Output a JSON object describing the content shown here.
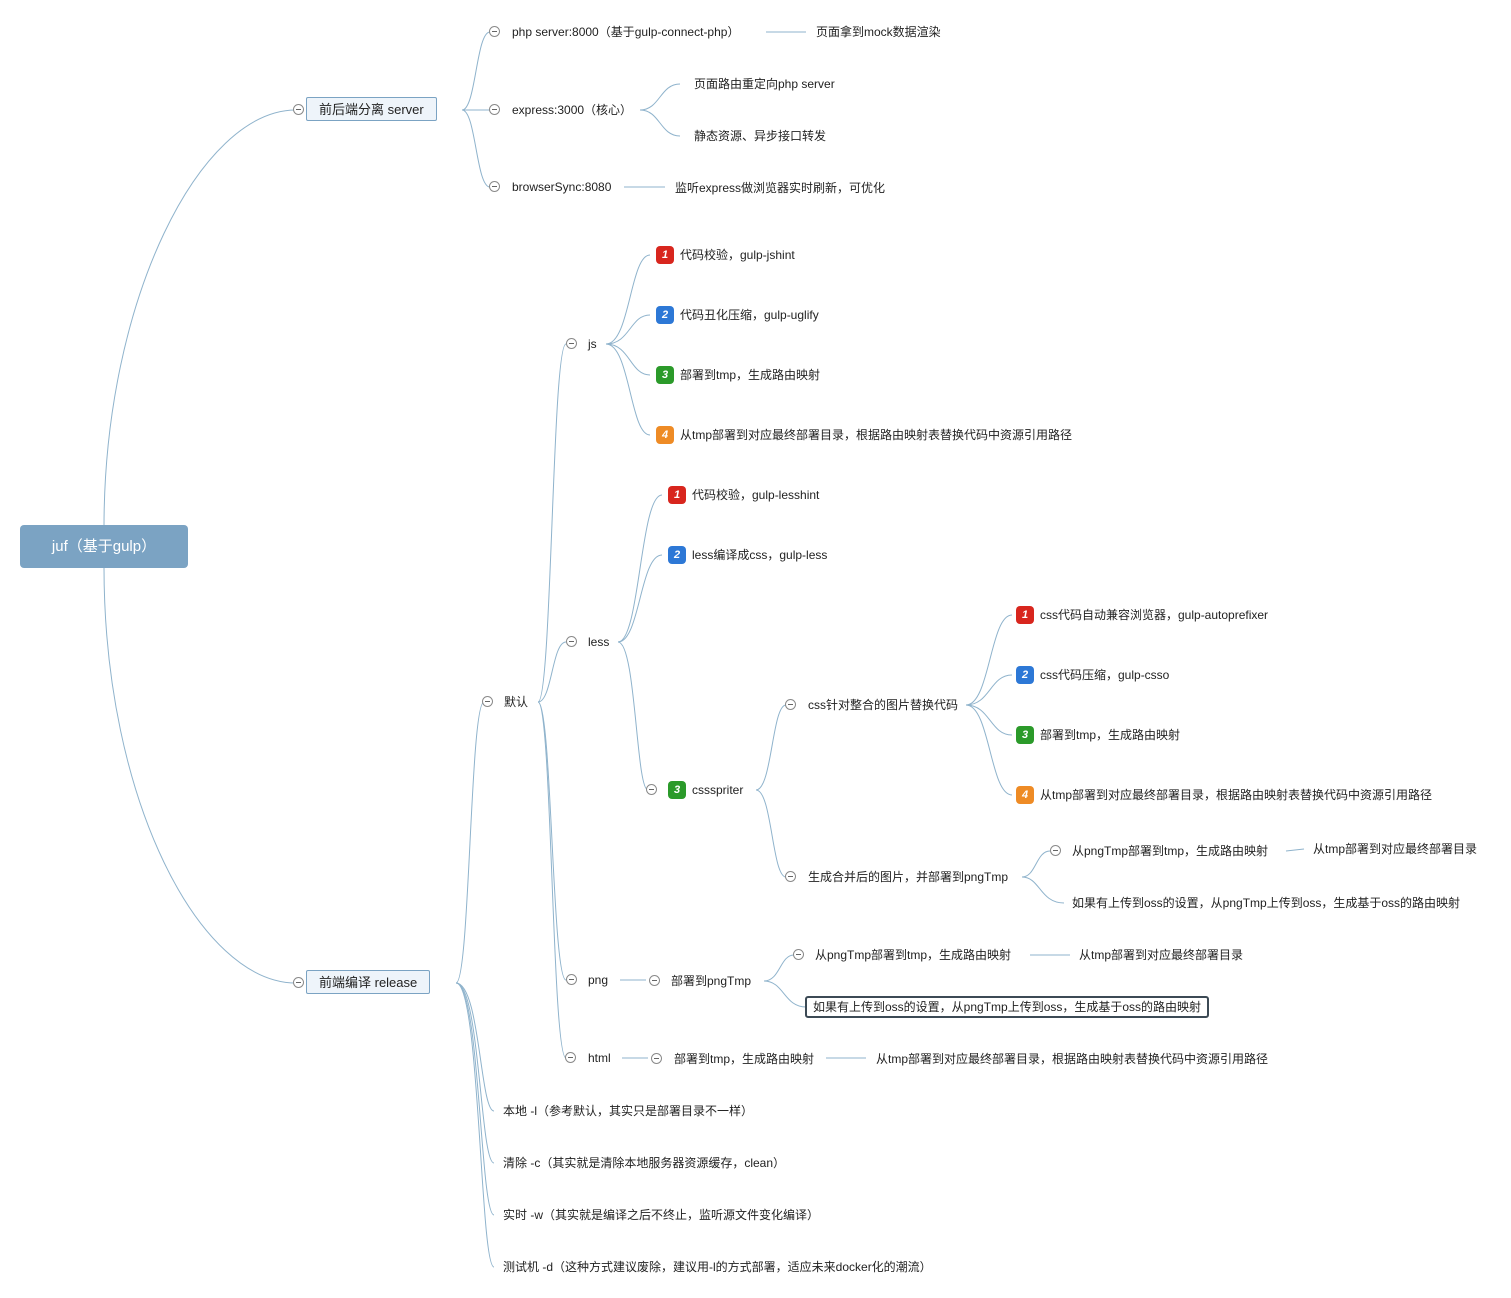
{
  "root": {
    "label": "juf（基于gulp）"
  },
  "server": {
    "label": "前后端分离 server",
    "php": {
      "label": "php server:8000（基于gulp-connect-php）",
      "note": "页面拿到mock数据渲染"
    },
    "express": {
      "label": "express:3000（核心）",
      "items": [
        "页面路由重定向php server",
        "静态资源、异步接口转发"
      ]
    },
    "browsersync": {
      "label": "browserSync:8080",
      "note": "监听express做浏览器实时刷新，可优化"
    }
  },
  "release": {
    "label": "前端编译 release",
    "default": {
      "label": "默认",
      "js": {
        "label": "js",
        "steps": [
          {
            "priority": "1",
            "label": "代码校验，gulp-jshint"
          },
          {
            "priority": "2",
            "label": "代码丑化压缩，gulp-uglify"
          },
          {
            "priority": "3",
            "label": "部署到tmp，生成路由映射"
          },
          {
            "priority": "4",
            "label": "从tmp部署到对应最终部署目录，根据路由映射表替换代码中资源引用路径"
          }
        ]
      },
      "less": {
        "label": "less",
        "steps": [
          {
            "priority": "1",
            "label": "代码校验，gulp-lesshint"
          },
          {
            "priority": "2",
            "label": "less编译成css，gulp-less"
          }
        ],
        "cssspriter": {
          "priority": "3",
          "label": "cssspriter",
          "replace": {
            "label": "css针对整合的图片替换代码",
            "steps": [
              {
                "priority": "1",
                "label": "css代码自动兼容浏览器，gulp-autoprefixer"
              },
              {
                "priority": "2",
                "label": "css代码压缩，gulp-csso"
              },
              {
                "priority": "3",
                "label": "部署到tmp，生成路由映射"
              },
              {
                "priority": "4",
                "label": "从tmp部署到对应最终部署目录，根据路由映射表替换代码中资源引用路径"
              }
            ]
          },
          "merge": {
            "label": "生成合并后的图片，并部署到pngTmp",
            "tmp": {
              "label": "从pngTmp部署到tmp，生成路由映射",
              "note": "从tmp部署到对应最终部署目录"
            },
            "oss": {
              "label": "如果有上传到oss的设置，从pngTmp上传到oss，生成基于oss的路由映射"
            }
          }
        }
      },
      "png": {
        "label": "png",
        "deploy": {
          "label": "部署到pngTmp",
          "tmp": {
            "label": "从pngTmp部署到tmp，生成路由映射",
            "note": "从tmp部署到对应最终部署目录"
          },
          "oss": {
            "label": "如果有上传到oss的设置，从pngTmp上传到oss，生成基于oss的路由映射"
          }
        }
      },
      "html": {
        "label": "html",
        "deploy": {
          "label": "部署到tmp，生成路由映射",
          "note": "从tmp部署到对应最终部署目录，根据路由映射表替换代码中资源引用路径"
        }
      }
    },
    "local": {
      "label": "本地 -l（参考默认，其实只是部署目录不一样）"
    },
    "clean": {
      "label": "清除 -c（其实就是清除本地服务器资源缓存，clean）"
    },
    "watch": {
      "label": "实时 -w（其实就是编译之后不终止，监听源文件变化编译）"
    },
    "test": {
      "label": "测试机 -d（这种方式建议废除，建议用-l的方式部署，适应未来docker化的潮流）"
    }
  }
}
